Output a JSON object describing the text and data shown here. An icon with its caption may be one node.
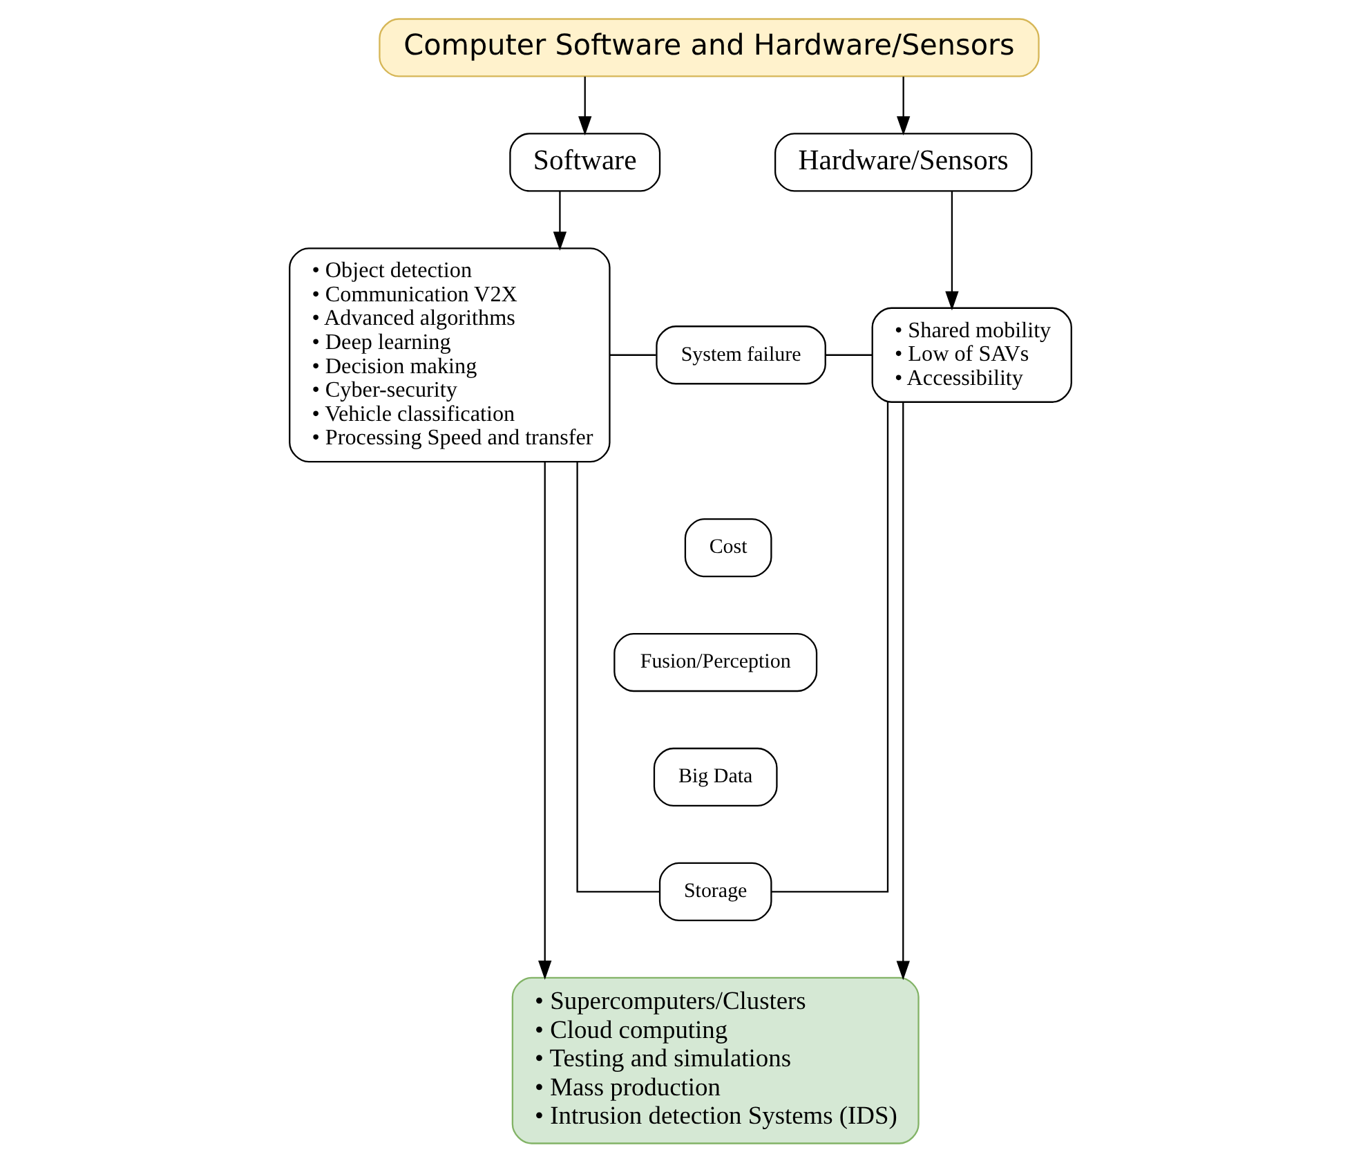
{
  "diagram": {
    "nodes": [
      {
        "text": [
          "Computer Software and Hardware/Sensors"
        ]
      },
      {
        "text": [
          "Software"
        ]
      },
      {
        "text": [
          "Hardware/Sensors"
        ]
      },
      {
        "text": [
          "• Object detection",
          "• Communication V2X",
          "• Advanced algorithms",
          "• Deep learning",
          "• Decision making",
          "• Cyber-security",
          "• Vehicle classification",
          "• Processing Speed and transfer"
        ]
      },
      {
        "text": [
          "System failure"
        ]
      },
      {
        "text": [
          "Cost"
        ]
      },
      {
        "text": [
          "Fusion/Perception"
        ]
      },
      {
        "text": [
          "Big Data"
        ]
      },
      {
        "text": [
          "Storage"
        ]
      },
      {
        "text": [
          "• Shared mobility",
          "• Low of SAVs",
          "• Accessibility"
        ]
      },
      {
        "text": [
          "• Supercomputers/Clusters",
          "• Cloud computing",
          "• Testing and simulations",
          "• Mass production",
          "• Intrusion detection Systems (IDS)"
        ]
      }
    ],
    "edges": [
      {
        "from": 0,
        "to": 1,
        "arrow": "to"
      },
      {
        "from": 0,
        "to": 2,
        "arrow": "to"
      },
      {
        "from": 1,
        "to": 3,
        "arrow": "to"
      },
      {
        "from": 2,
        "to": 9,
        "arrow": "to"
      },
      {
        "from": 3,
        "to": 4,
        "arrow": "none"
      },
      {
        "from": 3,
        "to": 8,
        "arrow": "none"
      },
      {
        "from": 4,
        "to": 9,
        "arrow": "none"
      },
      {
        "from": 8,
        "to": 9,
        "arrow": "none"
      },
      {
        "from": 3,
        "to": 10,
        "arrow": "to"
      },
      {
        "from": 9,
        "to": 10,
        "arrow": "to"
      }
    ]
  }
}
